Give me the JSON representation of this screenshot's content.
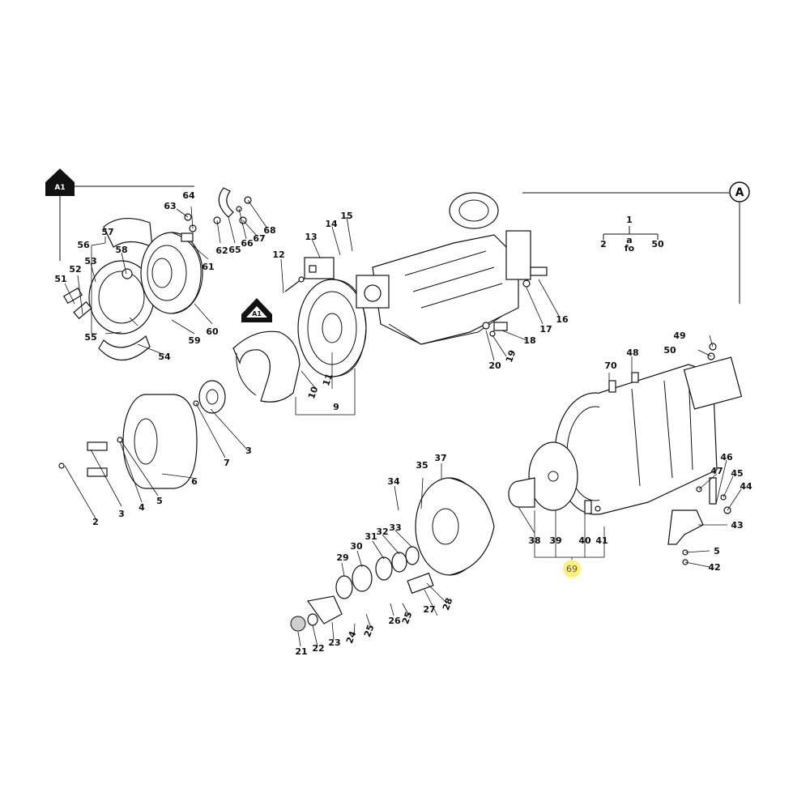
{
  "callouts": {
    "A1_top": "A1",
    "A1_mid": "A1",
    "A": "A"
  },
  "legend": {
    "top": "1",
    "left": "2",
    "mid_a": "a",
    "mid_fo": "fo",
    "right": "50"
  },
  "highlight": {
    "label": "69",
    "color": "#fff176"
  },
  "labels": {
    "n2": "2",
    "n3": "3",
    "n4": "4",
    "n5": "5",
    "n6": "6",
    "n7": "7",
    "n3b": "3",
    "n9": "9",
    "n10": "10",
    "n11": "11",
    "n12": "12",
    "n13": "13",
    "n14": "14",
    "n15": "15",
    "n16": "16",
    "n17": "17",
    "n18": "18",
    "n19": "19",
    "n20": "20",
    "n21": "21",
    "n22": "22",
    "n23": "23",
    "n24": "24",
    "n25": "25",
    "n26": "26",
    "n25b": "25",
    "n27": "27",
    "n28": "28",
    "n29": "29",
    "n30": "30",
    "n31": "31",
    "n32": "32",
    "n33": "33",
    "n34": "34",
    "n35": "35",
    "n37": "37",
    "n38": "38",
    "n39": "39",
    "n40": "40",
    "n41": "41",
    "n42": "42",
    "n43": "43",
    "n44": "44",
    "n45": "45",
    "n46": "46",
    "n47": "47",
    "n5b": "5",
    "n48": "48",
    "n49": "49",
    "n50": "50",
    "n51": "51",
    "n52": "52",
    "n53": "53",
    "n54": "54",
    "n55": "55",
    "n56": "56",
    "n57": "57",
    "n58": "58",
    "n59": "59",
    "n60": "60",
    "n61": "61",
    "n62": "62",
    "n63": "63",
    "n64": "64",
    "n65": "65",
    "n66": "66",
    "n67": "67",
    "n68": "68",
    "n70": "70"
  }
}
